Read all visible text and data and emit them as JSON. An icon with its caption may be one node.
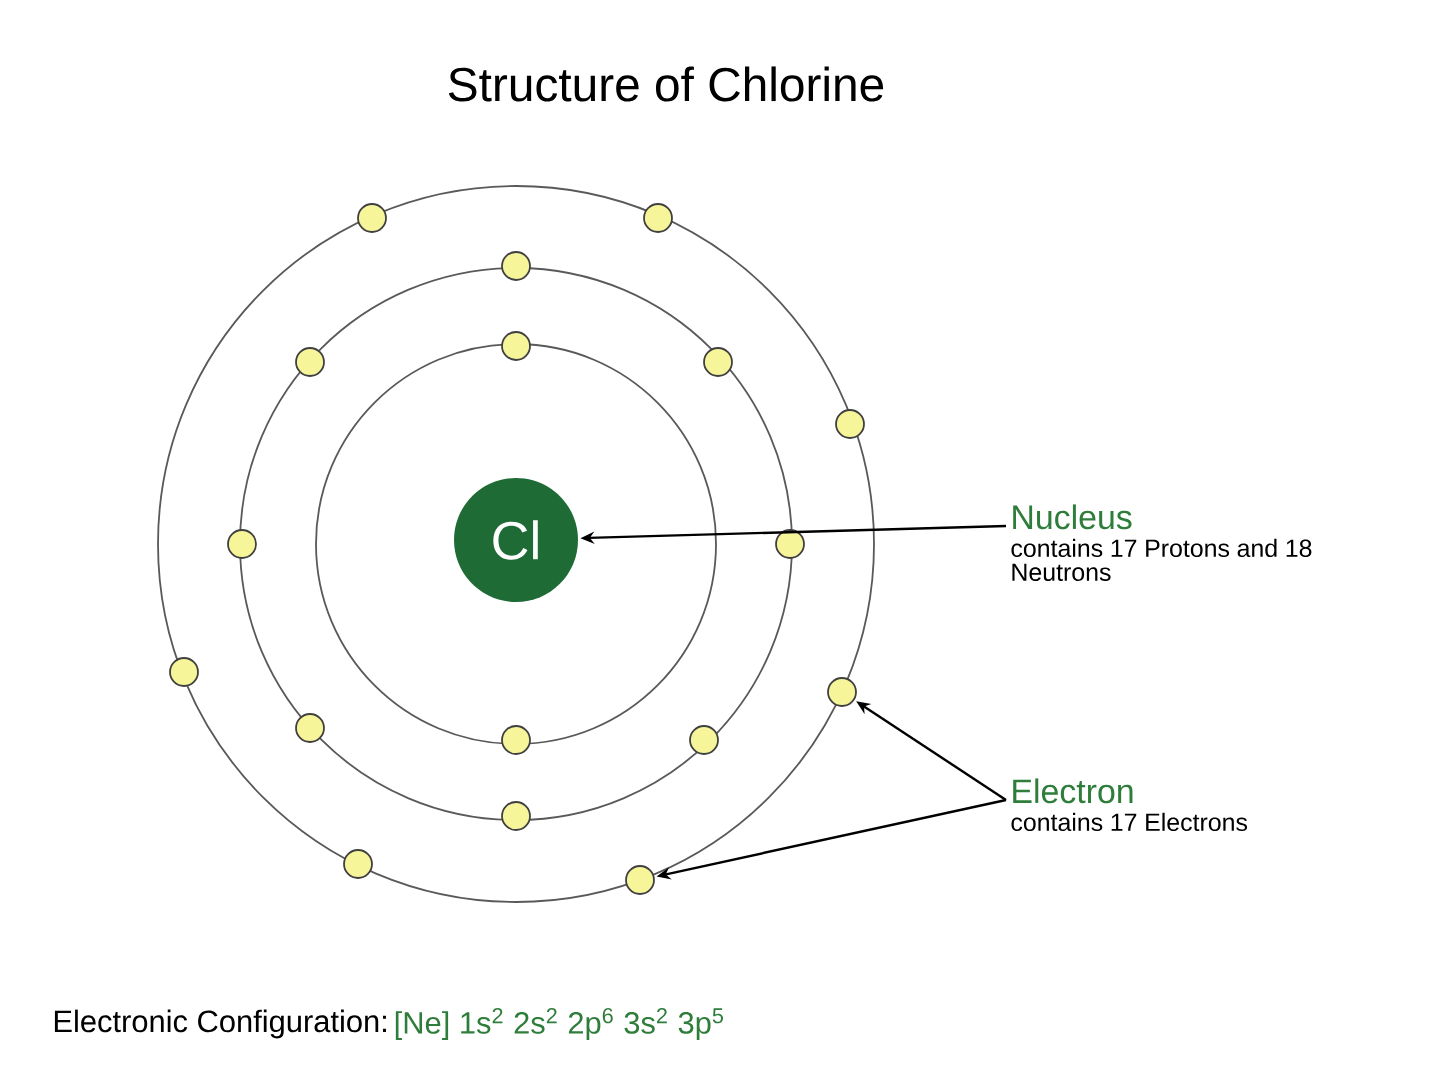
{
  "diagram": {
    "title": "Structure of Chlorine",
    "nodes": [
      {
        "text": [
          "Cl"
        ]
      },
      {
        "text": [
          "Nucleus",
          "contains 17 Protons and 18 Neutrons"
        ]
      },
      {
        "text": [
          "Electron",
          "contains 17 Electrons"
        ]
      },
      {
        "text": [],
        "shape": "circle"
      },
      {
        "text": [],
        "shape": "circle"
      },
      {
        "text": [],
        "shape": "circle"
      },
      {
        "text": [],
        "shape": "circle"
      },
      {
        "text": [],
        "shape": "circle"
      },
      {
        "text": [],
        "shape": "circle"
      },
      {
        "text": [],
        "shape": "circle"
      },
      {
        "text": [],
        "shape": "circle"
      },
      {
        "text": [],
        "shape": "circle"
      },
      {
        "text": [],
        "shape": "circle"
      },
      {
        "text": [],
        "shape": "circle"
      },
      {
        "text": [],
        "shape": "circle"
      },
      {
        "text": [],
        "shape": "circle"
      },
      {
        "text": [],
        "shape": "circle"
      },
      {
        "text": [],
        "shape": "circle"
      },
      {
        "text": [],
        "shape": "circle"
      },
      {
        "text": [],
        "shape": "circle"
      }
    ],
    "edges": [
      {
        "from": 1,
        "to": 0,
        "arrow": "to"
      },
      {
        "from": 2,
        "to": 13,
        "arrow": "to"
      },
      {
        "from": 2,
        "to": 19,
        "arrow": "to"
      }
    ],
    "labels": [
      "Electronic Configuration:",
      "[Ne] 1s$^{2}$ 2s$^{2}$ 2p$^{6}$ 3s$^{2}$ 3p$^{5}$"
    ]
  }
}
